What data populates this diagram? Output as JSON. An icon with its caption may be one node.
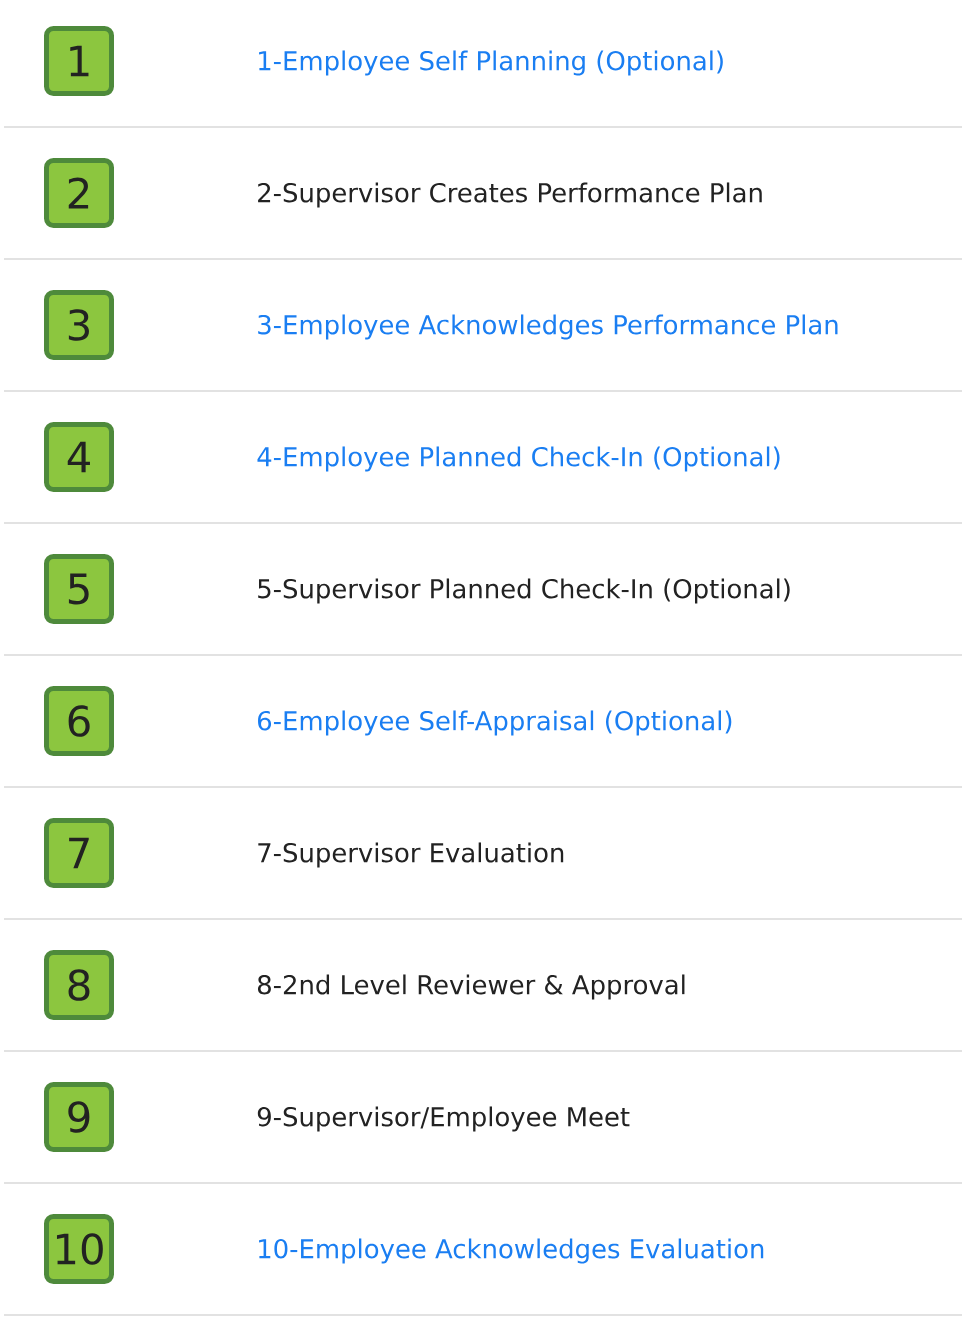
{
  "diagram": {
    "nodes": [
      {
        "text": [
          "1"
        ]
      },
      {
        "text": [
          "2"
        ]
      },
      {
        "text": [
          "3"
        ]
      },
      {
        "text": [
          "4"
        ]
      },
      {
        "text": [
          "5"
        ]
      },
      {
        "text": [
          "6"
        ]
      },
      {
        "text": [
          "7"
        ]
      },
      {
        "text": [
          "8"
        ]
      },
      {
        "text": [
          "9"
        ]
      },
      {
        "text": [
          "10"
        ]
      }
    ],
    "labels": [
      "1-Employee Self Planning (Optional)",
      "2-Supervisor Creates Performance Plan",
      "3-Employee Acknowledges Performance Plan",
      "4-Employee Planned Check-In (Optional)",
      "5-Supervisor Planned Check-In (Optional)",
      "6-Employee Self-Appraisal (Optional)",
      "7-Supervisor Evaluation",
      "8-2nd Level Reviewer & Approval",
      "9-Supervisor/Employee Meet",
      "10-Employee Acknowledges Evaluation"
    ]
  }
}
